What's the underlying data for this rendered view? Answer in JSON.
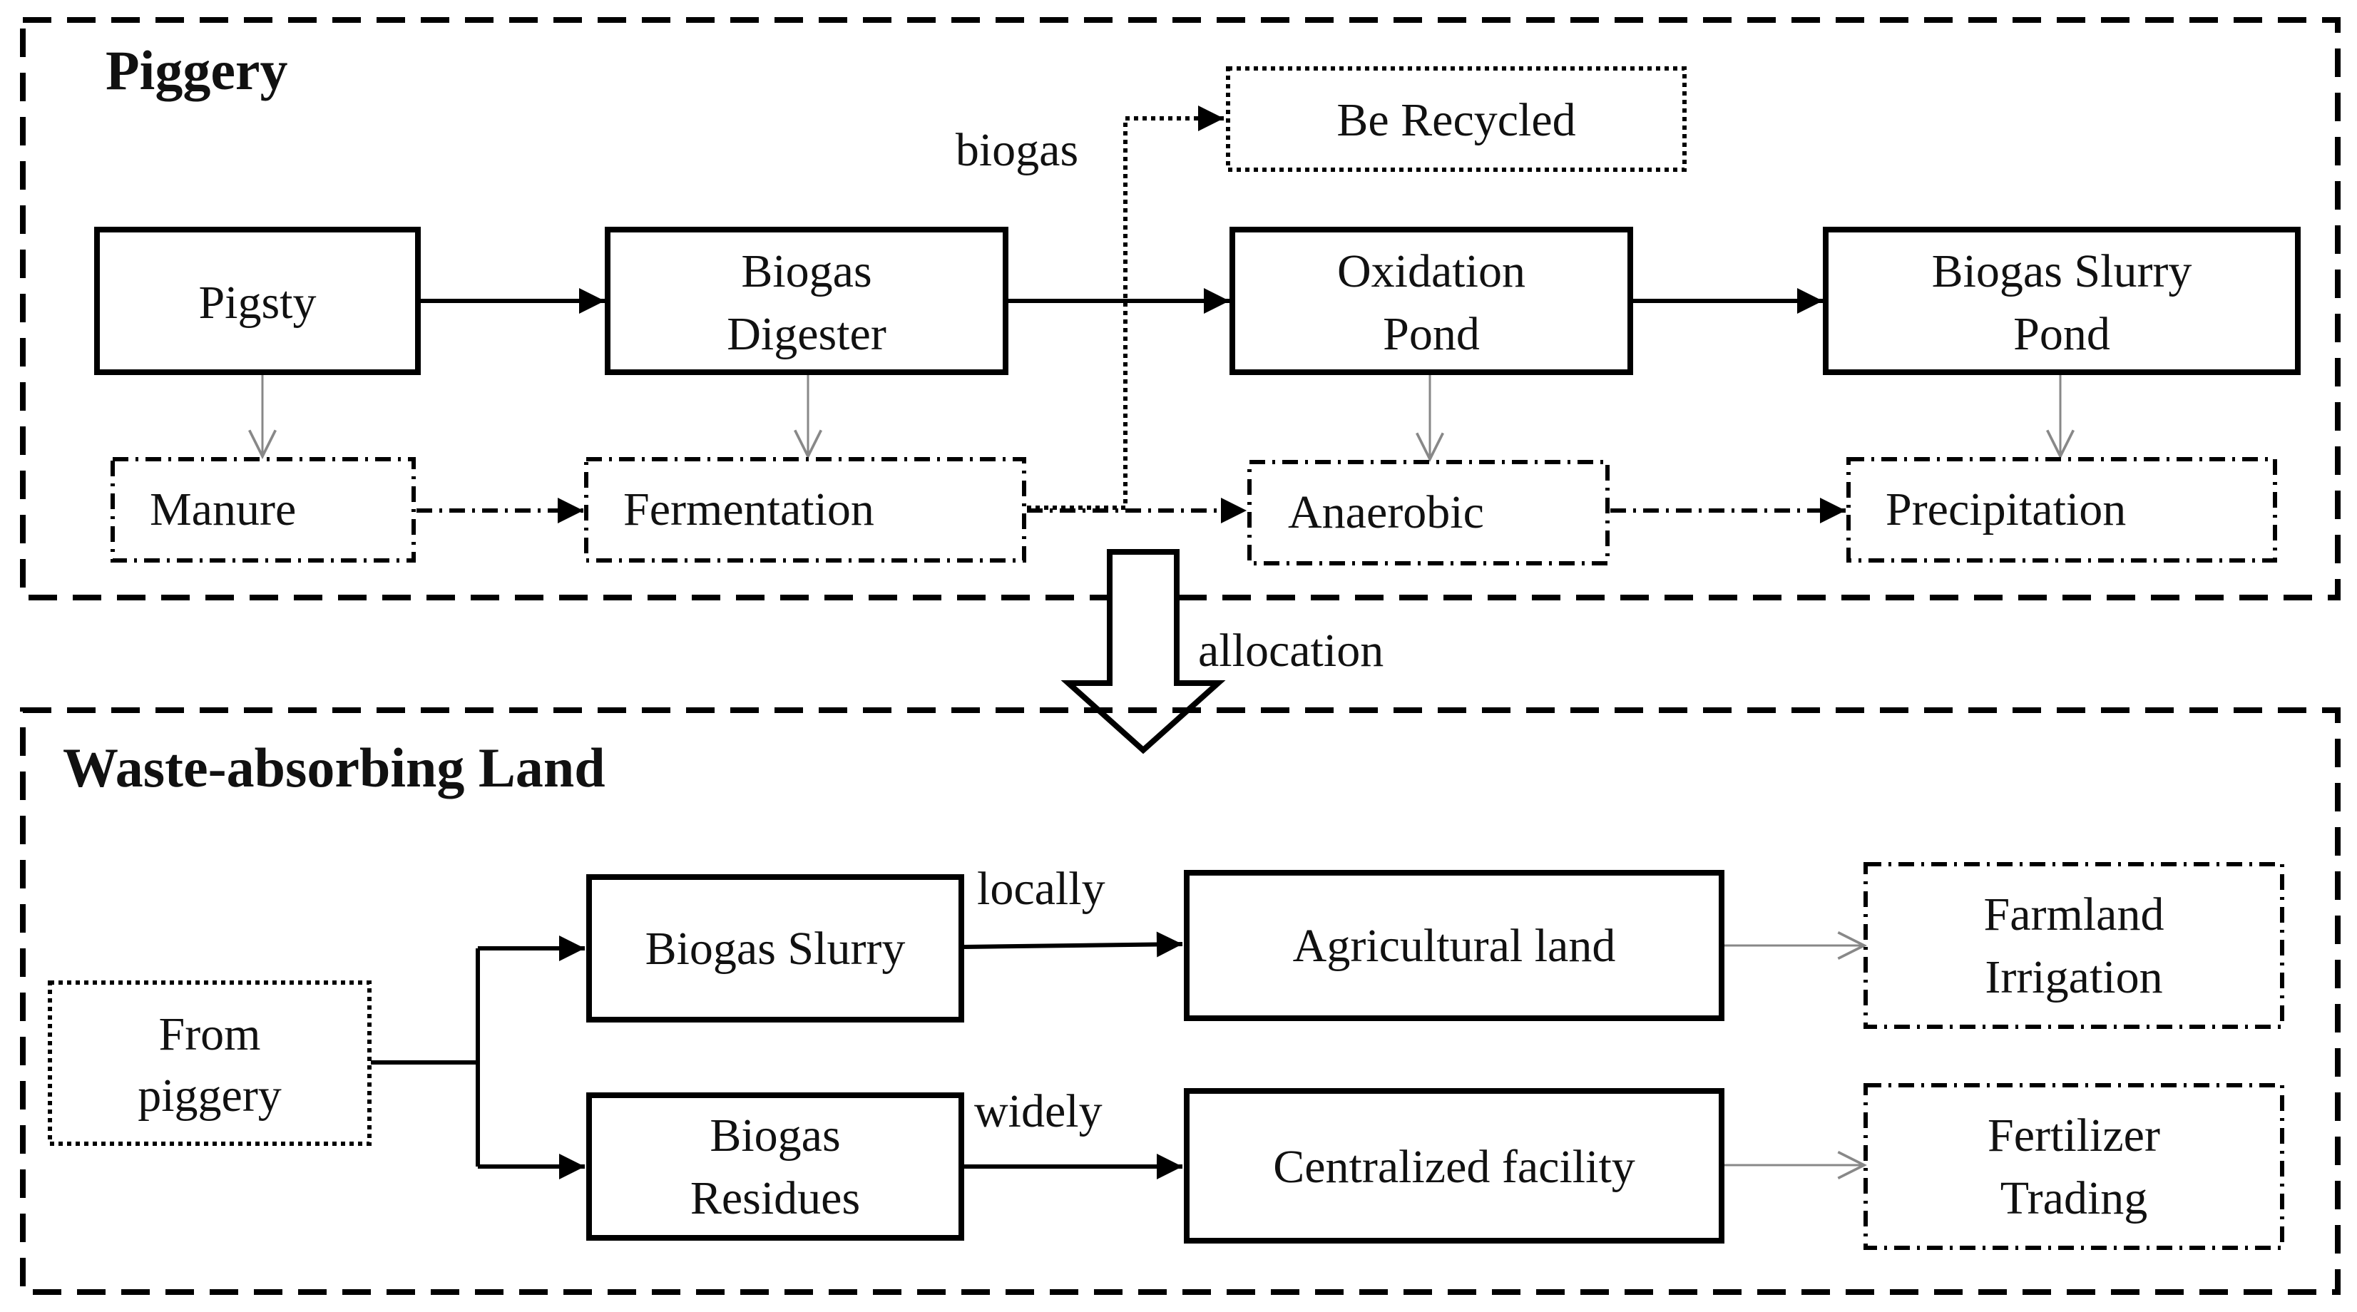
{
  "colors": {
    "stroke": "#000000",
    "light_stroke": "#888888",
    "background": "#ffffff",
    "text": "#111111"
  },
  "piggery": {
    "title": "Piggery",
    "recycled": "Be Recycled",
    "biogas_label": "biogas",
    "pigsty": "Pigsty",
    "digester_line1": "Biogas",
    "digester_line2": "Digester",
    "oxidation_line1": "Oxidation",
    "oxidation_line2": "Pond",
    "slurry_pond_line1": "Biogas Slurry",
    "slurry_pond_line2": "Pond",
    "manure": "Manure",
    "fermentation": "Fermentation",
    "anaerobic": "Anaerobic",
    "precipitation": "Precipitation"
  },
  "allocation_label": "allocation",
  "land": {
    "title": "Waste-absorbing Land",
    "from_line1": "From",
    "from_line2": "piggery",
    "slurry": "Biogas Slurry",
    "residues_line1": "Biogas",
    "residues_line2": "Residues",
    "locally_label": "locally",
    "widely_label": "widely",
    "agricultural": "Agricultural land",
    "centralized": "Centralized facility",
    "farmland_line1": "Farmland",
    "farmland_line2": "Irrigation",
    "fertilizer_line1": "Fertilizer",
    "fertilizer_line2": "Trading"
  }
}
